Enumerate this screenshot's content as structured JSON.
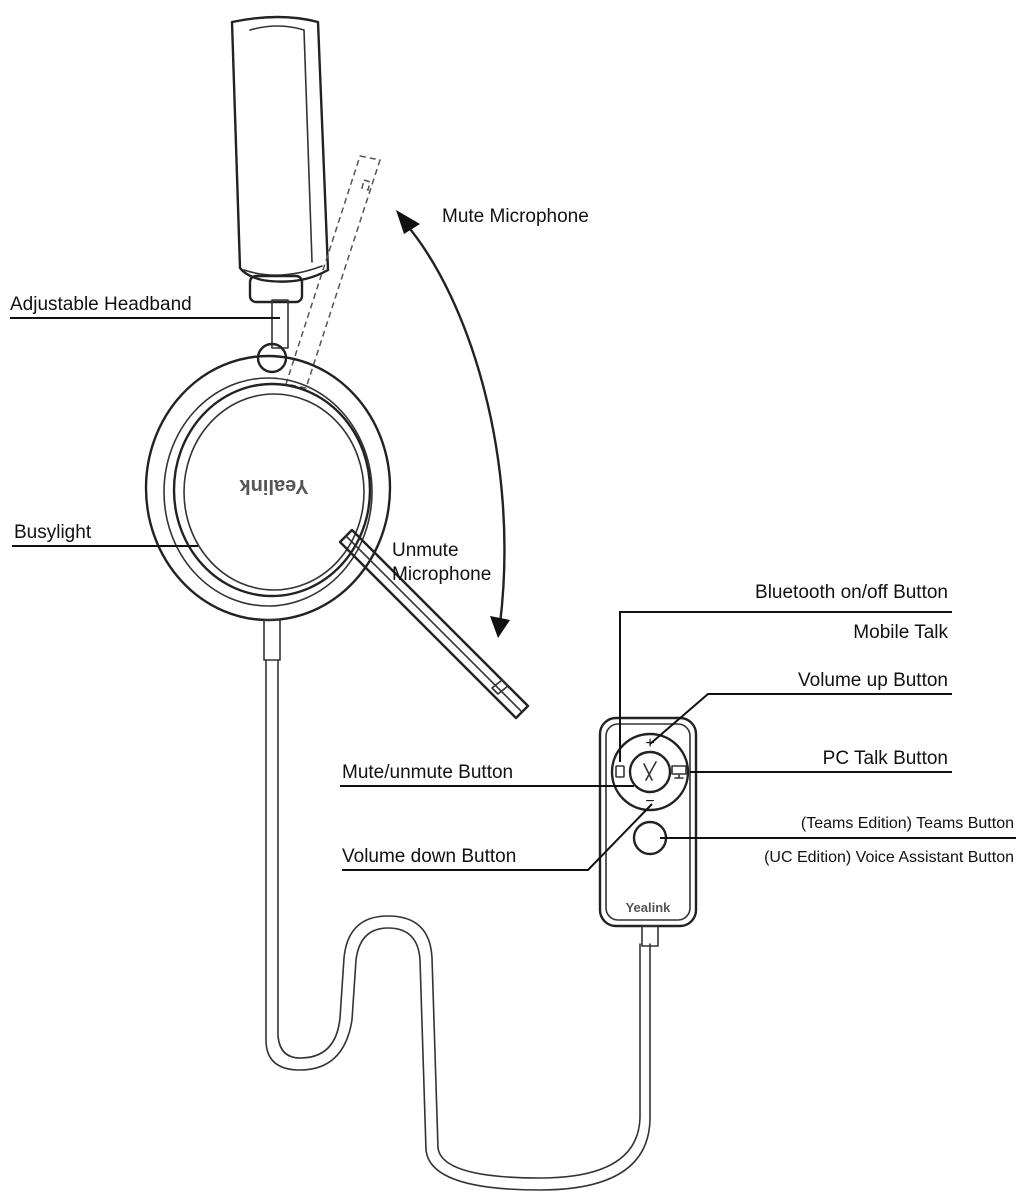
{
  "labels": {
    "adjustable_headband": "Adjustable Headband",
    "busylight": "Busylight",
    "mute_microphone": "Mute Microphone",
    "unmute_line1": "Unmute",
    "unmute_line2": "Microphone",
    "bluetooth_button": "Bluetooth on/off Button",
    "mobile_talk": "Mobile Talk",
    "volume_up": "Volume up Button",
    "pc_talk": "PC Talk Button",
    "mute_unmute": "Mute/unmute Button",
    "volume_down": "Volume down Button",
    "teams_button": "(Teams Edition) Teams Button",
    "voice_assistant": "(UC Edition) Voice Assistant Button"
  },
  "brand": {
    "earcup_logo": "Yealink",
    "controller_logo": "Yealink"
  },
  "controller_glyphs": {
    "plus": "+",
    "minus": "−"
  },
  "icons": [
    "headset-illustration",
    "mic-rotation-arrow",
    "inline-controller",
    "mute-mic-icon",
    "bluetooth-mobile-icon",
    "pc-icon"
  ],
  "colors": {
    "ink": "#222222",
    "background": "#ffffff"
  }
}
